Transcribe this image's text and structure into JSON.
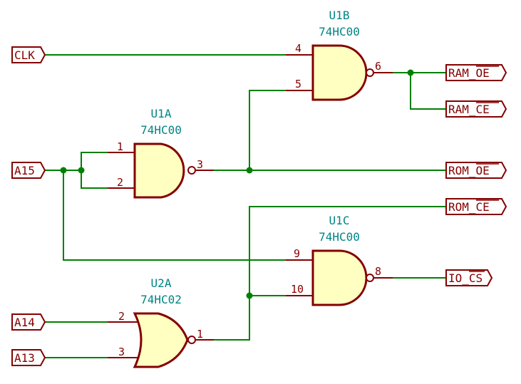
{
  "schematic": {
    "colors": {
      "wire": "#008000",
      "component": "#840000",
      "gate_fill": "#ffffc2",
      "reference": "#008484",
      "background": "#ffffff"
    },
    "gates": {
      "u1b": {
        "ref": "U1B",
        "part": "74HC00",
        "type": "NAND",
        "pins": {
          "in_a": "4",
          "in_b": "5",
          "out": "6"
        }
      },
      "u1a": {
        "ref": "U1A",
        "part": "74HC00",
        "type": "NAND",
        "pins": {
          "in_a": "1",
          "in_b": "2",
          "out": "3"
        }
      },
      "u1c": {
        "ref": "U1C",
        "part": "74HC00",
        "type": "NAND",
        "pins": {
          "in_a": "9",
          "in_b": "10",
          "out": "8"
        }
      },
      "u2a": {
        "ref": "U2A",
        "part": "74HC02",
        "type": "NOR",
        "pins": {
          "in_a": "2",
          "in_b": "3",
          "out": "1"
        }
      }
    },
    "inputs": {
      "clk": "CLK",
      "a15": "A15",
      "a14": "A14",
      "a13": "A13"
    },
    "outputs": {
      "ram_oe": {
        "prefix": "RAM_",
        "bar": "OE",
        "full": "RAM_~OE"
      },
      "ram_ce": {
        "prefix": "RAM_",
        "bar": "CE",
        "full": "RAM_~CE"
      },
      "rom_oe": {
        "prefix": "ROM_",
        "bar": "OE",
        "full": "ROM_~OE"
      },
      "rom_ce": {
        "prefix": "ROM_",
        "bar": "CE",
        "full": "ROM_~CE"
      },
      "io_cs": {
        "prefix": "IO_",
        "bar": "CS",
        "full": "IO_~CS"
      }
    }
  }
}
